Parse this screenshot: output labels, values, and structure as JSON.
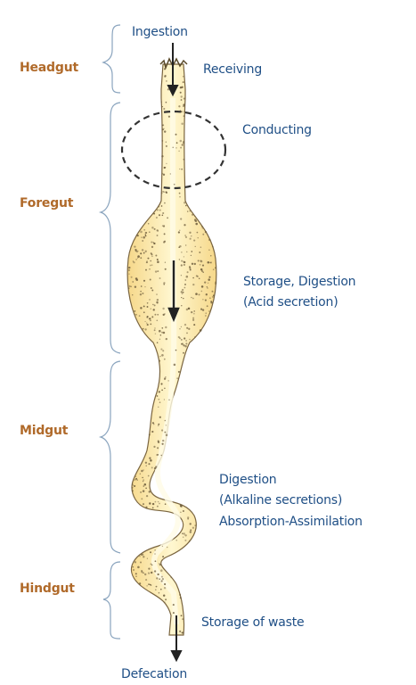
{
  "regions": {
    "headgut": "Headgut",
    "foregut": "Foregut",
    "midgut": "Midgut",
    "hindgut": "Hindgut"
  },
  "functions": {
    "ingestion": "Ingestion",
    "receiving": "Receiving",
    "conducting": "Conducting",
    "storage_digestion": "Storage, Digestion",
    "acid_secretion": "(Acid secretion)",
    "digestion": "Digestion",
    "alkaline_secretions": "(Alkaline secretions)",
    "absorption": "Absorption-Assimilation",
    "storage_waste": "Storage of waste",
    "defecation": "Defecation"
  },
  "colors": {
    "region_text": "#b06a2a",
    "function_text": "#1f4f86",
    "gut_fill": "#fbe59a",
    "gut_core": "#fff6cc",
    "stipple": "#6b5a3a"
  }
}
